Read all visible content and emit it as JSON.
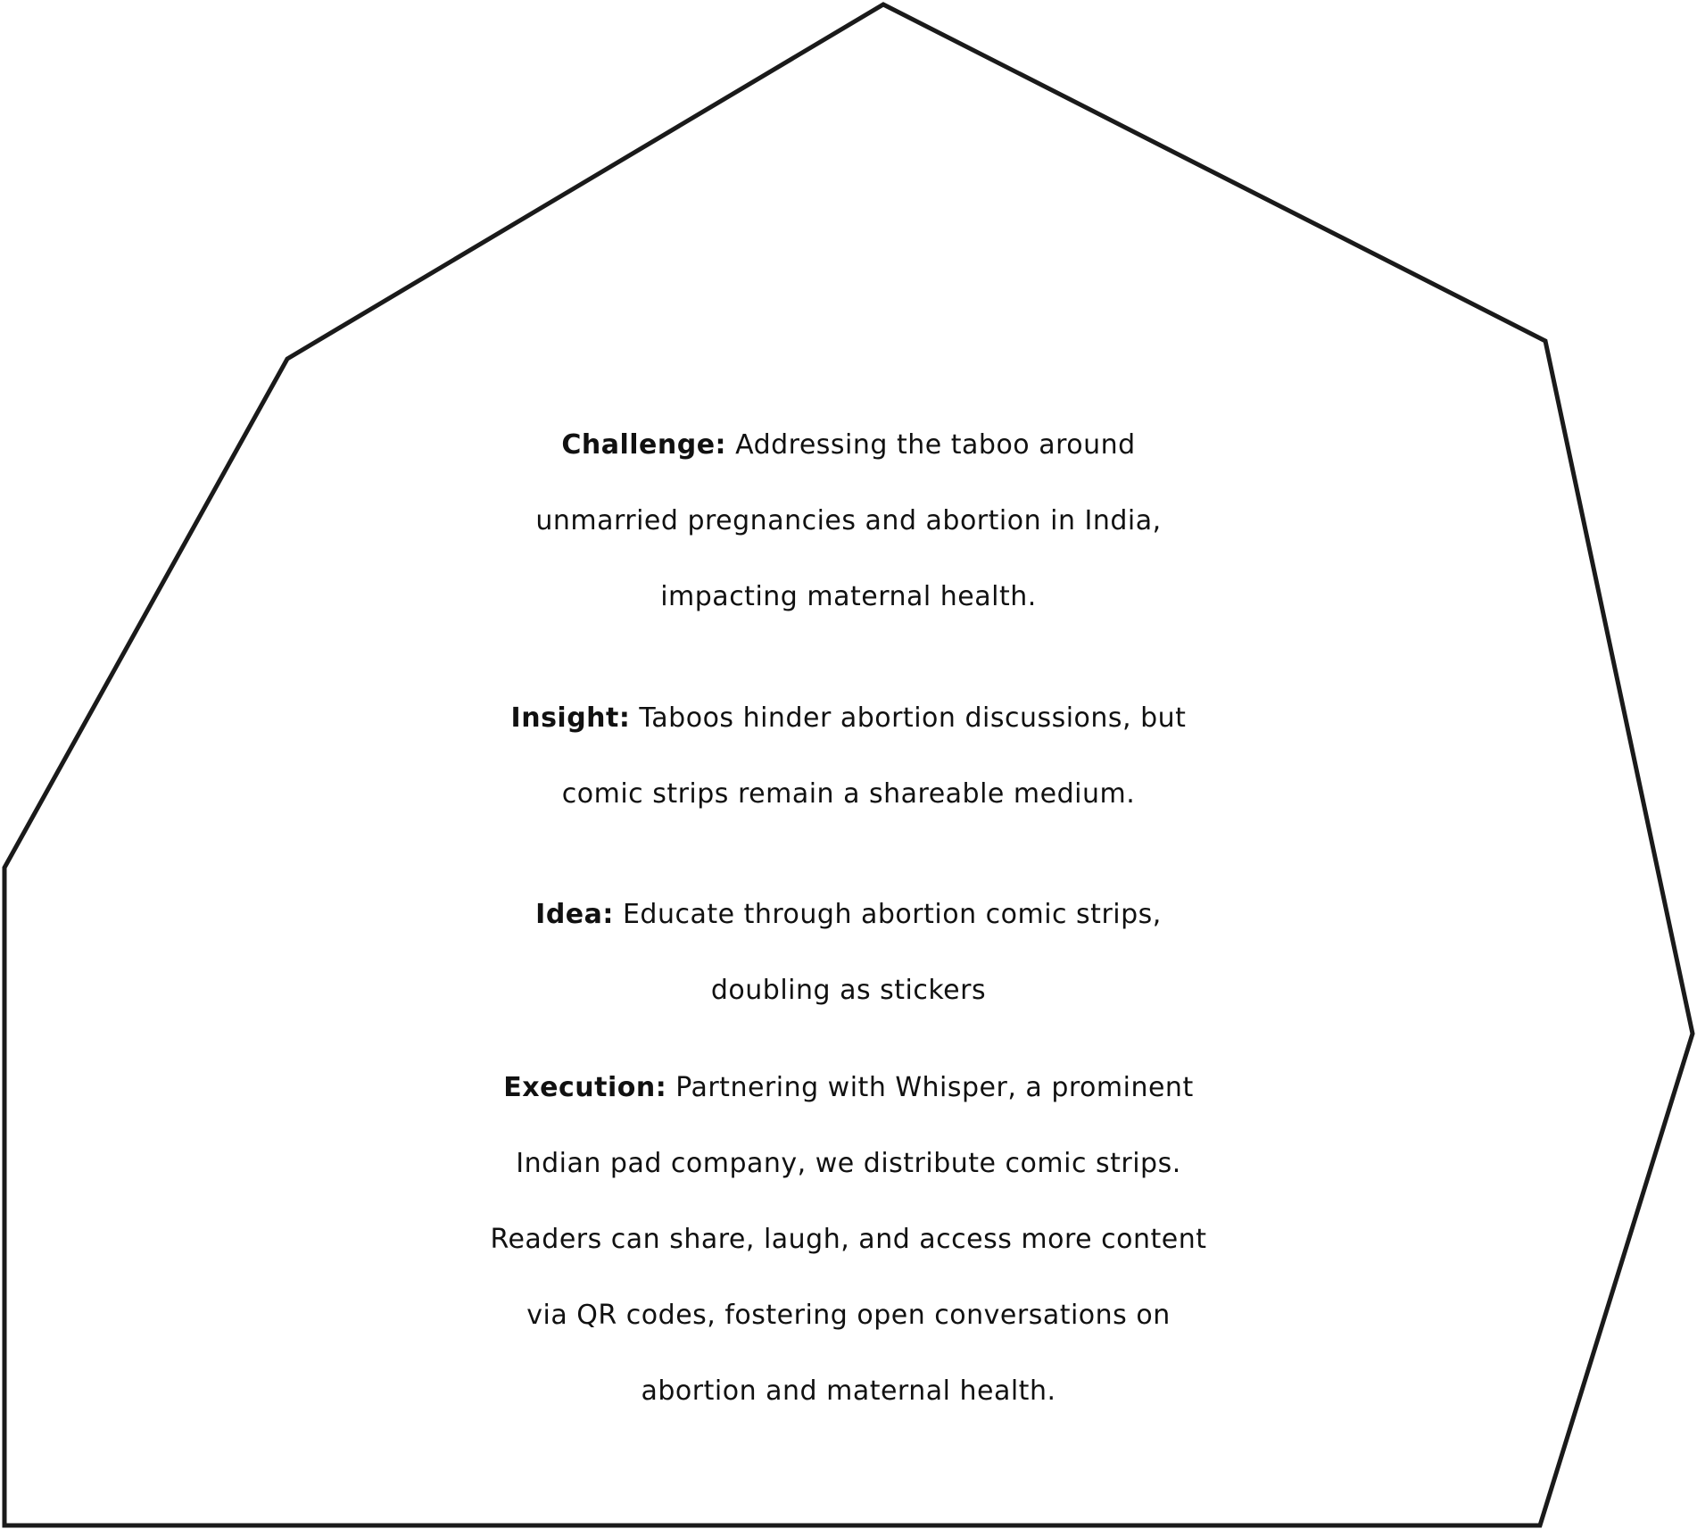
{
  "sections": {
    "challenge": {
      "label": "Challenge:",
      "lines": [
        " Addressing the taboo around",
        "unmarried pregnancies and abortion in India,",
        "impacting maternal health."
      ]
    },
    "insight": {
      "label": "Insight:",
      "lines": [
        " Taboos hinder abortion discussions, but",
        "comic strips remain a shareable medium."
      ]
    },
    "idea": {
      "label": "Idea:",
      "lines": [
        " Educate through abortion comic strips,",
        "doubling as stickers"
      ]
    },
    "execution": {
      "label": "Execution:",
      "lines": [
        " Partnering with Whisper, a prominent",
        "Indian pad company, we distribute comic strips.",
        "Readers can share, laugh, and access more content",
        "via QR codes, fostering open conversations on",
        "abortion and maternal health."
      ]
    }
  },
  "colors": {
    "outline": "#1a1a1a",
    "text": "#111111",
    "background": "#ffffff"
  }
}
